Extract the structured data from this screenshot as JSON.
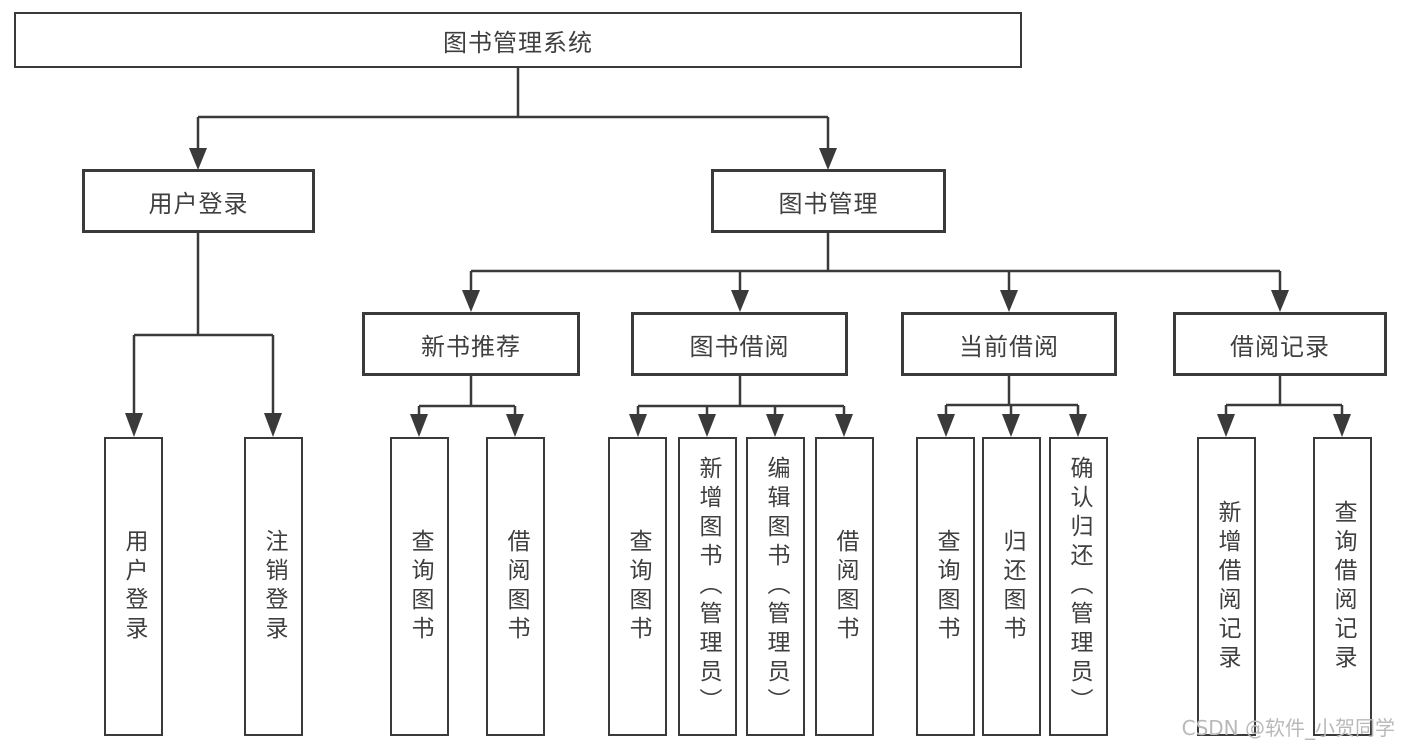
{
  "diagram": {
    "root": "图书管理系统",
    "user_login_branch": {
      "label": "用户登录",
      "children": [
        "用户登录",
        "注销登录"
      ]
    },
    "book_mgmt_branch": {
      "label": "图书管理",
      "groups": [
        {
          "label": "新书推荐",
          "children": [
            "查询图书",
            "借阅图书"
          ]
        },
        {
          "label": "图书借阅",
          "children": [
            "查询图书",
            "新增图书（管理员）",
            "编辑图书（管理员）",
            "借阅图书"
          ]
        },
        {
          "label": "当前借阅",
          "children": [
            "查询图书",
            "归还图书",
            "确认归还（管理员）"
          ]
        },
        {
          "label": "借阅记录",
          "children": [
            "新增借阅记录",
            "查询借阅记录"
          ]
        }
      ]
    },
    "watermark": "CSDN @软件_小贺同学",
    "colors": {
      "line": "#3a3a3a",
      "text": "#3f3f3f",
      "watermark": "#b9b9b9",
      "background": "#ffffff"
    }
  }
}
